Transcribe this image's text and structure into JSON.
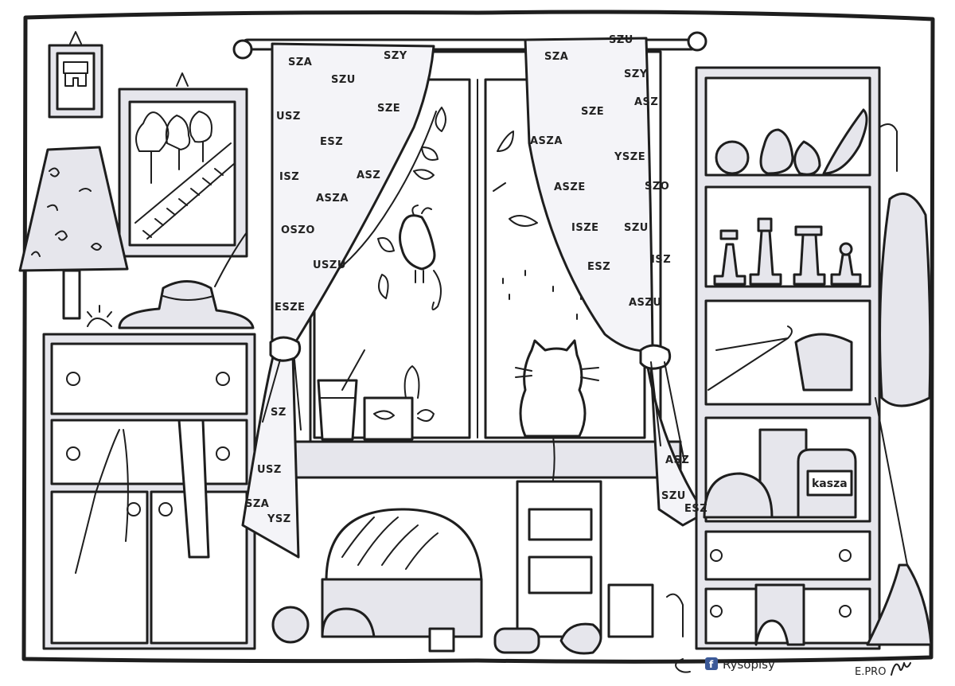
{
  "curtain_left": {
    "syllables": [
      "SZA",
      "SZY",
      "SZU",
      "SZE",
      "USZ",
      "ESZ",
      "ISZ",
      "ASZ",
      "ASZA",
      "OSZO",
      "USZU",
      "ESZE"
    ],
    "tie_syllables": [
      "SZ",
      "USZ",
      "SZA",
      "YSZ"
    ]
  },
  "curtain_right": {
    "syllables": [
      "SZU",
      "SZA",
      "SZY",
      "ASZ",
      "SZE",
      "ASZA",
      "YSZE",
      "ASZE",
      "SZO",
      "ISZE",
      "SZU",
      "ISZ",
      "ESZ",
      "ASZU"
    ],
    "tie_syllables": [
      "ASZ",
      "SZU",
      "ESZ"
    ]
  },
  "jar_label": "kasza",
  "footer": {
    "brand": "Rysopisy",
    "author": "E.PRO",
    "brand_icon": "facebook-icon",
    "brand_icon_color": "#3b5998"
  }
}
